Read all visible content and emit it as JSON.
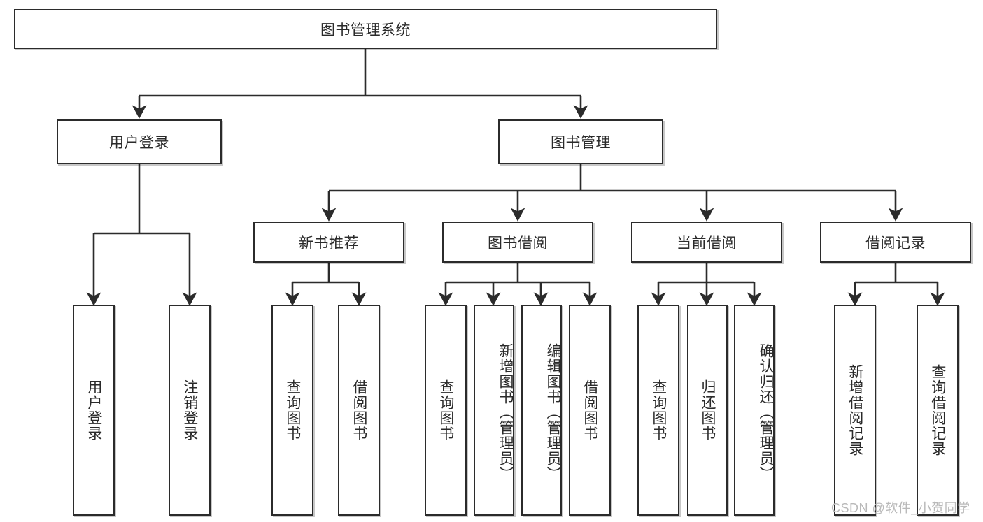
{
  "diagram": {
    "title": "图书管理系统",
    "type": "hierarchy-tree",
    "orientation": "top-down",
    "style": {
      "box_fill": "#ffffff",
      "box_stroke": "#2b2b2b",
      "text_color": "#2a2a2a",
      "connector_color": "#2b2b2b",
      "background": "#ffffff"
    },
    "levels": [
      {
        "level": 1,
        "nodes": [
          {
            "id": "root",
            "label": "图书管理系统",
            "orient": "horizontal"
          }
        ]
      },
      {
        "level": 2,
        "nodes": [
          {
            "id": "login",
            "label": "用户登录",
            "orient": "horizontal",
            "parent": "root"
          },
          {
            "id": "bookmgr",
            "label": "图书管理",
            "orient": "horizontal",
            "parent": "root"
          }
        ]
      },
      {
        "level": 3,
        "nodes": [
          {
            "id": "newbook",
            "label": "新书推荐",
            "orient": "horizontal",
            "parent": "bookmgr"
          },
          {
            "id": "borrow",
            "label": "图书借阅",
            "orient": "horizontal",
            "parent": "bookmgr"
          },
          {
            "id": "current",
            "label": "当前借阅",
            "orient": "horizontal",
            "parent": "bookmgr"
          },
          {
            "id": "record",
            "label": "借阅记录",
            "orient": "horizontal",
            "parent": "bookmgr"
          }
        ]
      },
      {
        "level": 4,
        "nodes": [
          {
            "id": "leaf1",
            "label": "用户登录",
            "orient": "vertical",
            "parent": "login"
          },
          {
            "id": "leaf2",
            "label": "注销登录",
            "orient": "vertical",
            "parent": "login"
          },
          {
            "id": "leaf3",
            "label": "查询图书",
            "orient": "vertical",
            "parent": "newbook"
          },
          {
            "id": "leaf4",
            "label": "借阅图书",
            "orient": "vertical",
            "parent": "newbook"
          },
          {
            "id": "leaf5",
            "label": "查询图书",
            "orient": "vertical",
            "parent": "borrow"
          },
          {
            "id": "leaf6",
            "label": "新增图书（管理员）",
            "orient": "vertical",
            "parent": "borrow"
          },
          {
            "id": "leaf7",
            "label": "编辑图书（管理员）",
            "orient": "vertical",
            "parent": "borrow"
          },
          {
            "id": "leaf8",
            "label": "借阅图书",
            "orient": "vertical",
            "parent": "borrow"
          },
          {
            "id": "leaf9",
            "label": "查询图书",
            "orient": "vertical",
            "parent": "current"
          },
          {
            "id": "leaf10",
            "label": "归还图书",
            "orient": "vertical",
            "parent": "current"
          },
          {
            "id": "leaf11",
            "label": "确认归还（管理员）",
            "orient": "vertical",
            "parent": "current"
          },
          {
            "id": "leaf12",
            "label": "新增借阅记录",
            "orient": "vertical",
            "parent": "record"
          },
          {
            "id": "leaf13",
            "label": "查询借阅记录",
            "orient": "vertical",
            "parent": "record"
          }
        ]
      }
    ]
  },
  "watermark": {
    "text": "CSDN @软件_小贺同学"
  }
}
